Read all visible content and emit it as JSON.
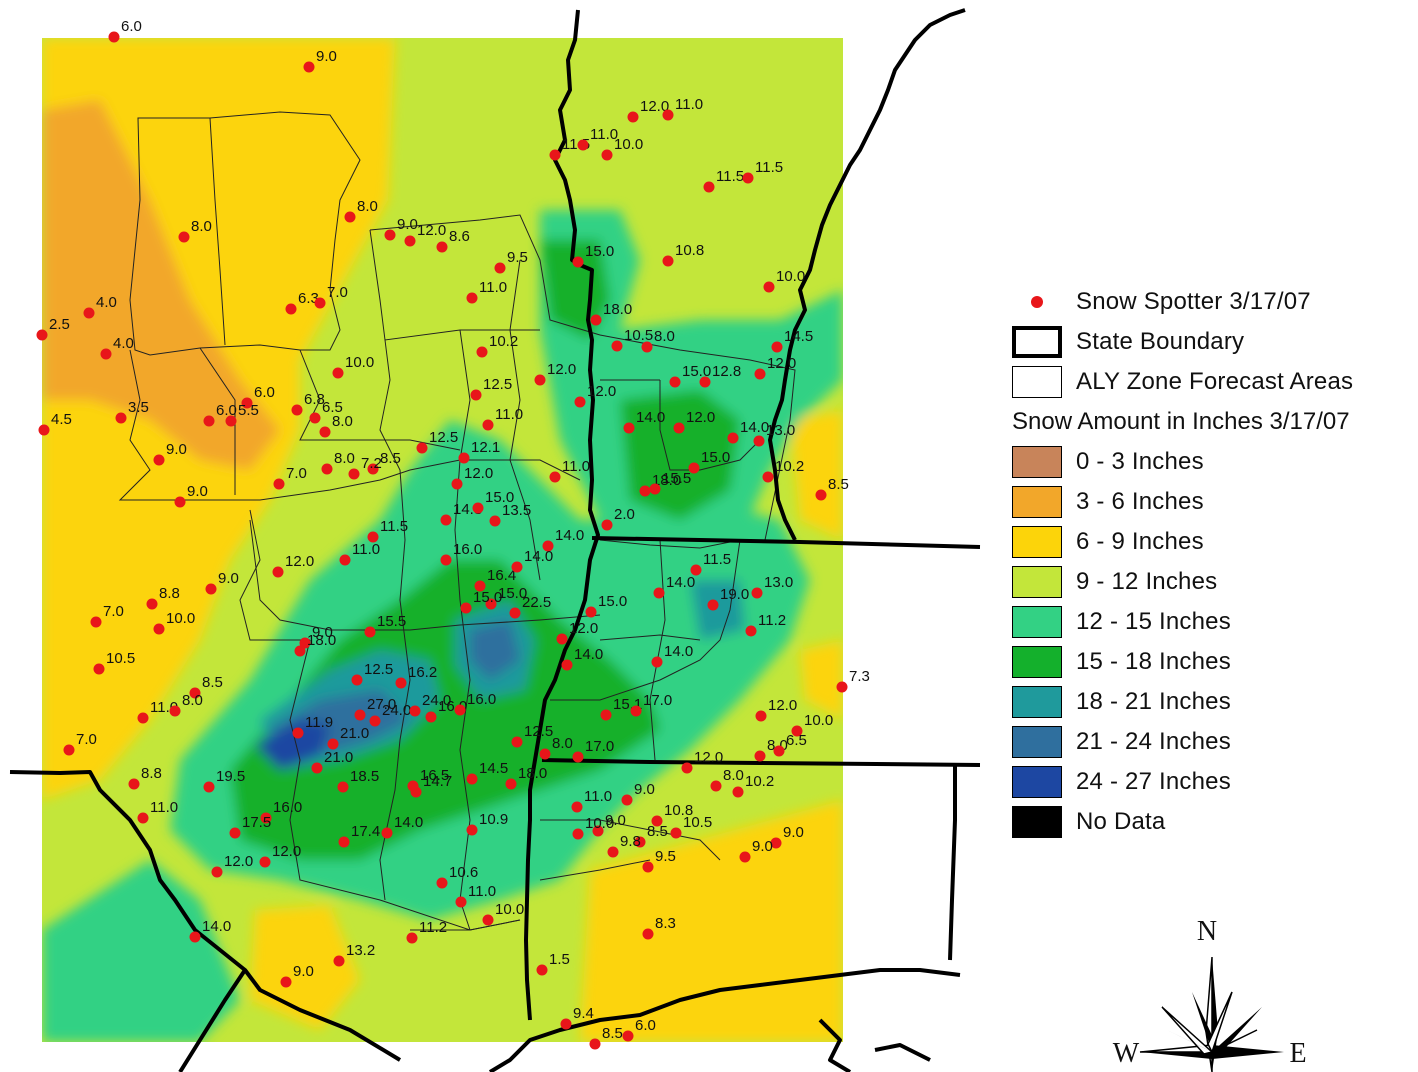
{
  "colors": {
    "background": "#ffffff",
    "spotter_dot": "#e8161a",
    "boundary": "#000000"
  },
  "legend": {
    "spotter_label": "Snow Spotter 3/17/07",
    "state_label": "State Boundary",
    "zone_label": "ALY Zone Forecast Areas",
    "amount_title": "Snow Amount in Inches 3/17/07",
    "classes": [
      {
        "label": "0 - 3 Inches",
        "color": "#c8845a"
      },
      {
        "label": "3 - 6 Inches",
        "color": "#f2a72a"
      },
      {
        "label": "6 - 9 Inches",
        "color": "#fcd40a"
      },
      {
        "label": "9 - 12 Inches",
        "color": "#c3e63a"
      },
      {
        "label": "12 - 15 Inches",
        "color": "#33d184"
      },
      {
        "label": "15 - 18 Inches",
        "color": "#14b02c"
      },
      {
        "label": "18 - 21 Inches",
        "color": "#1f9a9c"
      },
      {
        "label": "21 - 24 Inches",
        "color": "#2f6f9e"
      },
      {
        "label": "24 - 27 Inches",
        "color": "#1d47a2"
      },
      {
        "label": "No Data",
        "color": "#000000"
      }
    ]
  },
  "compass": {
    "north": "N",
    "west": "W",
    "east": "E"
  },
  "spotter_values": [
    "6.0",
    "9.0",
    "12.0",
    "11.0",
    "11.5",
    "11.0",
    "10.0",
    "11.5",
    "11.5",
    "8.0",
    "8.0",
    "9.0",
    "8.6",
    "9.5",
    "15.0",
    "10.8",
    "12.0",
    "11.0",
    "6.3",
    "7.0",
    "10.0",
    "4.0",
    "2.5",
    "4.0",
    "18.0",
    "8.0",
    "10.2",
    "14.5",
    "10.0",
    "12.5",
    "12.0",
    "12.0",
    "10.5",
    "15.0",
    "12.8",
    "12.0",
    "3.5",
    "6.0",
    "5.5",
    "6.0",
    "6.8",
    "6.5",
    "4.5",
    "14.0",
    "12.0",
    "14.0",
    "8.0",
    "12.5",
    "11.0",
    "13.0",
    "9.0",
    "7.0",
    "8.0",
    "8.5",
    "7.2",
    "12.1",
    "11.0",
    "18.0",
    "15.0",
    "10.2",
    "9.0",
    "15.5",
    "12.0",
    "8.5",
    "11.5",
    "13.5",
    "2.0",
    "12.0",
    "11.0",
    "14.3",
    "14.0",
    "9.0",
    "16.0",
    "16.4",
    "14.0",
    "15.0",
    "14.0",
    "8.8",
    "11.5",
    "19.0",
    "13.0",
    "7.0",
    "10.0",
    "15.0",
    "22.5",
    "15.0",
    "9.0",
    "15.5",
    "15.0",
    "12.0",
    "14.0",
    "11.2",
    "10.5",
    "18.0",
    "12.5",
    "8.5",
    "16.2",
    "16.0",
    "14.0",
    "15.1",
    "17.0",
    "7.3",
    "11.0",
    "8.0",
    "12.0",
    "11.9",
    "27.0",
    "24.0",
    "24.0",
    "16.0",
    "10.0",
    "7.0",
    "12.5",
    "8.0",
    "17.0",
    "12.0",
    "8.0",
    "6.5",
    "8.8",
    "19.5",
    "21.0",
    "21.0",
    "9.0",
    "8.0",
    "10.2",
    "11.0",
    "16.0",
    "18.5",
    "16.5",
    "18.0",
    "11.0",
    "10.8",
    "17.5",
    "14.5",
    "9.0",
    "10.5",
    "9.0",
    "17.4",
    "14.7",
    "10.9",
    "10.0",
    "8.5",
    "9.0",
    "12.0",
    "12.0",
    "14.0",
    "10.6",
    "9.8",
    "9.5",
    "11.0",
    "14.0",
    "11.2",
    "10.0",
    "8.3",
    "13.2",
    "1.5",
    "9.0",
    "9.4",
    "8.5",
    "6.0"
  ]
}
